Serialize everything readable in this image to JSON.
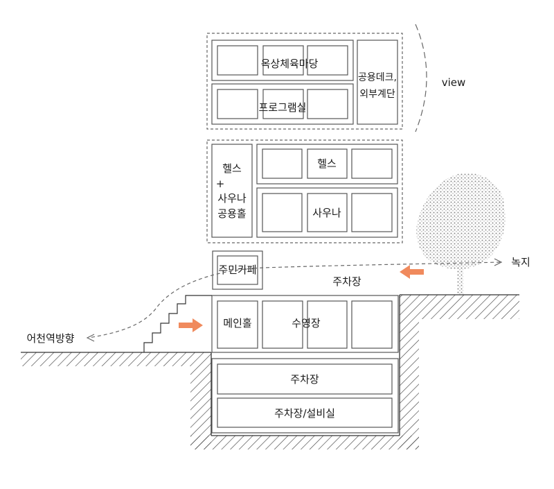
{
  "rooftop": {
    "label": "옥상체육마당"
  },
  "program": {
    "label": "프로그램실"
  },
  "public_deck": {
    "line1": "공용데크,",
    "line2": "외부계단"
  },
  "view": {
    "label": "view"
  },
  "health_sauna_hall": {
    "line1": "헬스",
    "line2": "+",
    "line3": "사우나",
    "line4": "공용홀"
  },
  "health": {
    "label": "헬스"
  },
  "sauna": {
    "label": "사우나"
  },
  "cafe": {
    "label": "주민카페"
  },
  "parking_ground": {
    "label": "주차장"
  },
  "green": {
    "label": "녹지"
  },
  "main_hall": {
    "label": "메인홀"
  },
  "pool": {
    "label": "수영장"
  },
  "station": {
    "label": "어천역방향"
  },
  "parking_b1": {
    "label": "주차장"
  },
  "parking_b2": {
    "label": "주차장/설비실"
  },
  "colors": {
    "arrow": "#f08a5d",
    "line": "#555555",
    "hatch": "#444444"
  }
}
